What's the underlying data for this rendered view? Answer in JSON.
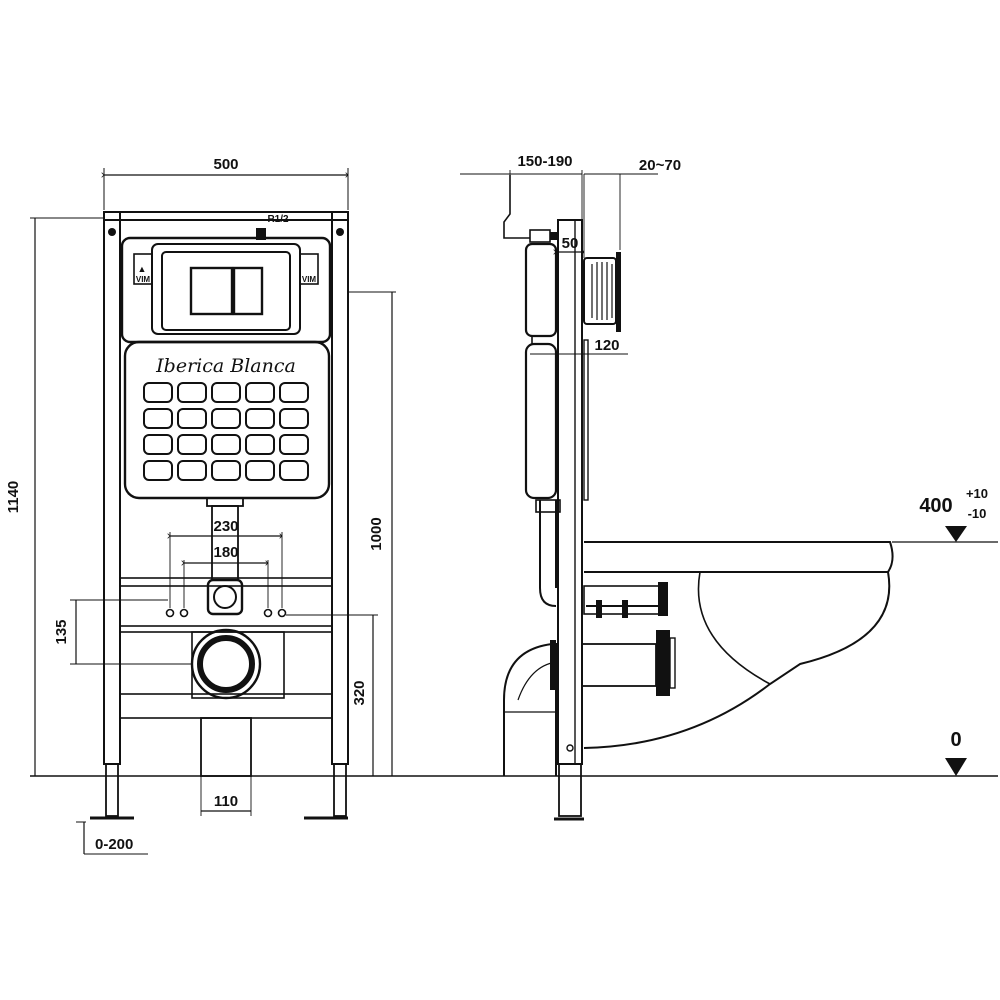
{
  "front_view": {
    "width_label": "500",
    "height_label": "1140",
    "button_height_label": "1000",
    "rod_spacing_outer_label": "230",
    "rod_spacing_inner_label": "180",
    "outlet_vertical_label": "135",
    "outlet_height_label": "320",
    "outlet_pipe_label": "110",
    "foot_adjust_label": "0-200",
    "water_inlet_label": "R1/2",
    "brand_logo_text": "Iberica Blanca",
    "valve_mark_left": "VIM",
    "valve_mark_right": "VIM"
  },
  "side_view": {
    "wall_depth_label": "150-190",
    "panel_depth_label": "20~70",
    "button_depth_label": "50",
    "button_diameter_label": "120",
    "seat_height_label": "400",
    "seat_tolerance_plus": "+10",
    "seat_tolerance_minus": "-10",
    "floor_level_label": "0"
  },
  "colors": {
    "line": "#111111",
    "background": "#ffffff"
  }
}
